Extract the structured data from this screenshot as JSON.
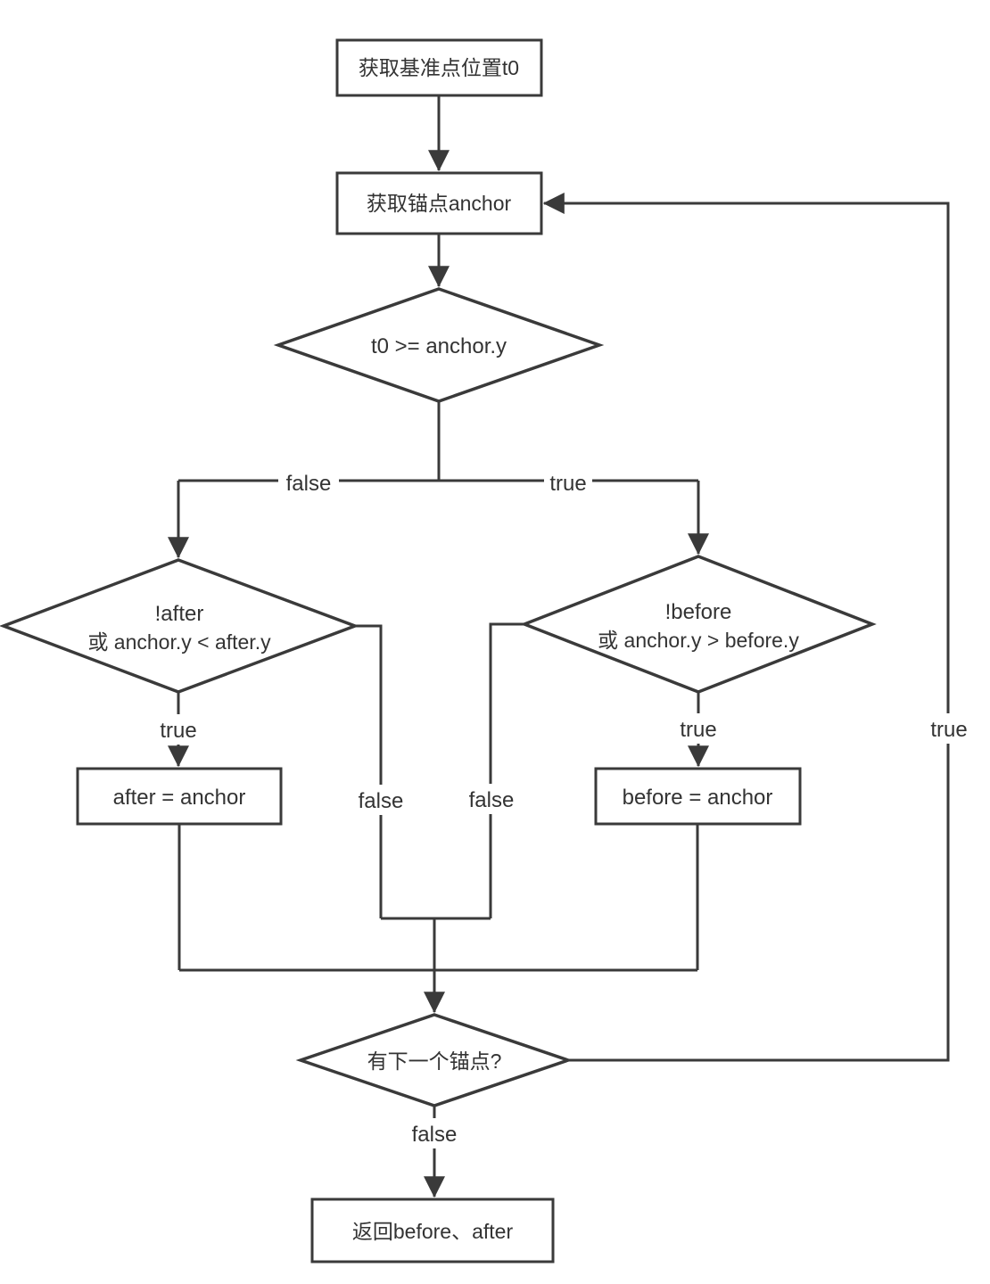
{
  "colors": {
    "stroke": "#3a3a3a",
    "text": "#333333",
    "background": "#ffffff"
  },
  "nodes": {
    "start": "获取基准点位置t0",
    "get_anchor": "获取锚点anchor",
    "cmp": "t0 >= anchor.y",
    "after_check_line1": "!after",
    "after_check_line2": "或 anchor.y < after.y",
    "before_check_line1": "!before",
    "before_check_line2": "或 anchor.y > before.y",
    "set_after": "after = anchor",
    "set_before": "before = anchor",
    "next_anchor": "有下一个锚点?",
    "return": "返回before、after"
  },
  "labels": {
    "cmp_false": "false",
    "cmp_true": "true",
    "after_true": "true",
    "before_true": "true",
    "after_false": "false",
    "before_false": "false",
    "loop_true": "true",
    "next_false": "false"
  }
}
